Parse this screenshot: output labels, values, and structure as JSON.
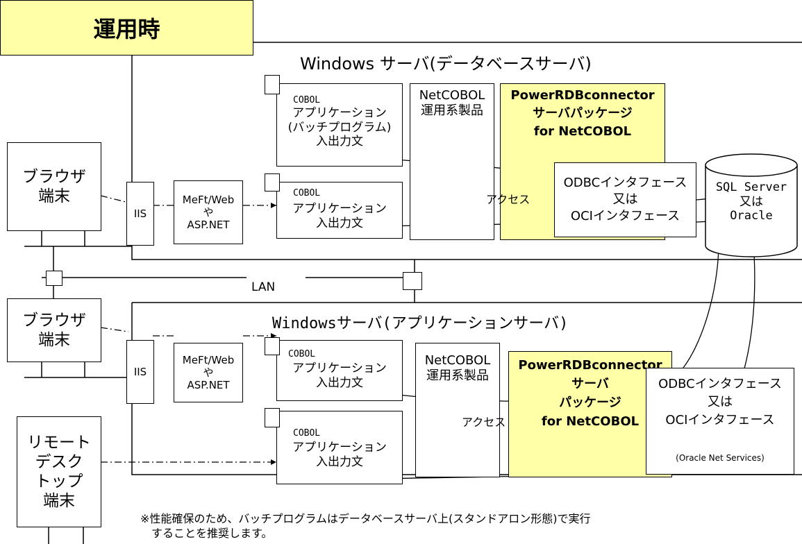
{
  "title": "運用時",
  "db_server": {
    "label": "Windows サーバ(データベースサーバ)",
    "app_batch": {
      "tag": "COBOL",
      "text": "アプリケーション\n(バッチプログラム)\n入出力文"
    },
    "app_online": {
      "tag": "COBOL",
      "text": "アプリケーション\n入出力文"
    },
    "netcobol": "NetCOBOL\n運用系製品",
    "powerrdb": "PowerRDBconnector\nサーバパッケージ\nfor NetCOBOL",
    "interface": "ODBCインタフェース\n又は\nOCIインタフェース",
    "access": "アクセス",
    "iis": "IIS",
    "meft": "MeFt/Web\nや\nASP.NET"
  },
  "app_server": {
    "label": "Windowsサーバ(アプリケーションサーバ)",
    "app1": {
      "tag": "COBOL",
      "text": "アプリケーション\n入出力文"
    },
    "app2": {
      "tag": "COBOL",
      "text": "アプリケーション\n入出力文"
    },
    "netcobol": "NetCOBOL\n運用系製品",
    "powerrdb": "PowerRDBconnector\nサーバ\nパッケージ\nfor NetCOBOL",
    "interface": "ODBCインタフェース\n又は\nOCIインタフェース",
    "interface_note": "(Oracle Net Services)",
    "access": "アクセス",
    "iis": "IIS",
    "meft": "MeFt/Web\nや\nASP.NET"
  },
  "database": "SQL Server\n又は\nOracle",
  "lan": "LAN",
  "clients": {
    "browser1": "ブラウザ\n端末",
    "browser2": "ブラウザ\n端末",
    "remote": "リモート\nデスク\nトップ\n端末"
  },
  "footnote": "※性能確保のため、バッチプログラムはデータベースサーバ上(スタンドアロン形態)で実行\n　することを推奨します。"
}
